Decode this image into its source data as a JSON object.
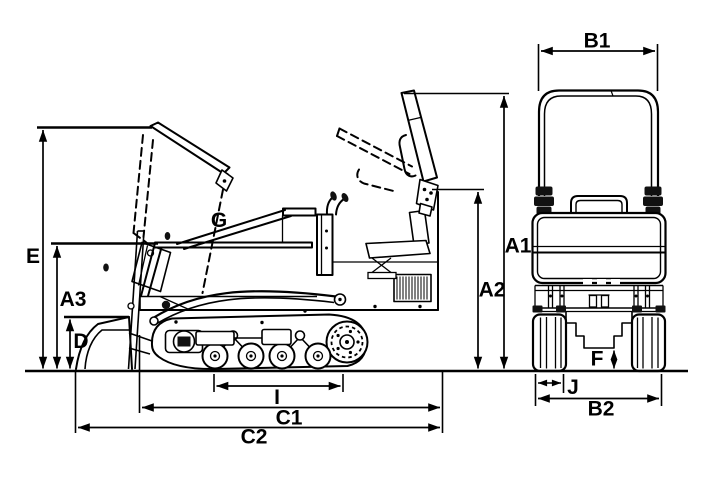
{
  "colors": {
    "background": "#ffffff",
    "ink": "#000000"
  },
  "labels": {
    "E": "E",
    "A3": "A3",
    "D": "D",
    "G": "G",
    "I": "I",
    "C1": "C1",
    "C2": "C2",
    "B1": "B1",
    "A1": "A1",
    "A2": "A2",
    "F": "F",
    "J": "J",
    "B2": "B2"
  }
}
